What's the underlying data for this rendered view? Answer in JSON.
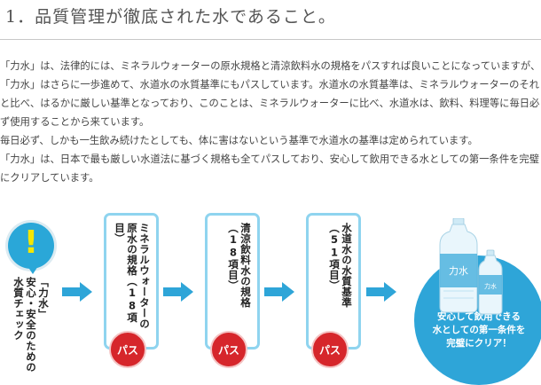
{
  "heading": "1．品質管理が徹底された水であること。",
  "paragraphs": [
    "「力水」は、法律的には、ミネラルウォーターの原水規格と清涼飲料水の規格をパスすれば良いことになっていますが、「力水」はさらに一歩進めて、水道水の水質基準にもパスしています。水道水の水質基準は、ミネラルウォーターのそれと比べ、はるかに厳しい基準となっており、このことは、ミネラルウォーターに比べ、水道水は、飲料、料理等に毎日必ず使用することから来ています。",
    "毎日必ず、しかも一生飲み続けたとしても、体に害はないという基準で水道水の基準は定められています。",
    "「力水」は、日本で最も厳しい水道法に基づく規格も全てパスしており、安心して飲用できる水としての第一条件を完璧にクリアしています。"
  ],
  "flow": {
    "alert_mark": "!",
    "check_label_line1": "「力水」",
    "check_label_line2": "安心・安全のための",
    "check_label_line3": "水質チェック",
    "steps": [
      {
        "line1": "ミネラルウォーターの",
        "line2": "原水の規格（18項目）",
        "badge": "パス"
      },
      {
        "line1": "清涼飲料水の規格",
        "line2": "（18項目）",
        "badge": "パス"
      },
      {
        "line1": "水道水の水質基準",
        "line2": "（51項目）",
        "badge": "パス"
      }
    ],
    "result_lines": [
      "安心して飲用できる",
      "水としての第一条件を",
      "完璧にクリア！"
    ],
    "bottle_label": "力水"
  },
  "colors": {
    "accent_blue": "#2ea5d8",
    "box_border": "#8fd4ef",
    "pass_red": "#d6262b",
    "alert_yellow": "#f5e600"
  }
}
